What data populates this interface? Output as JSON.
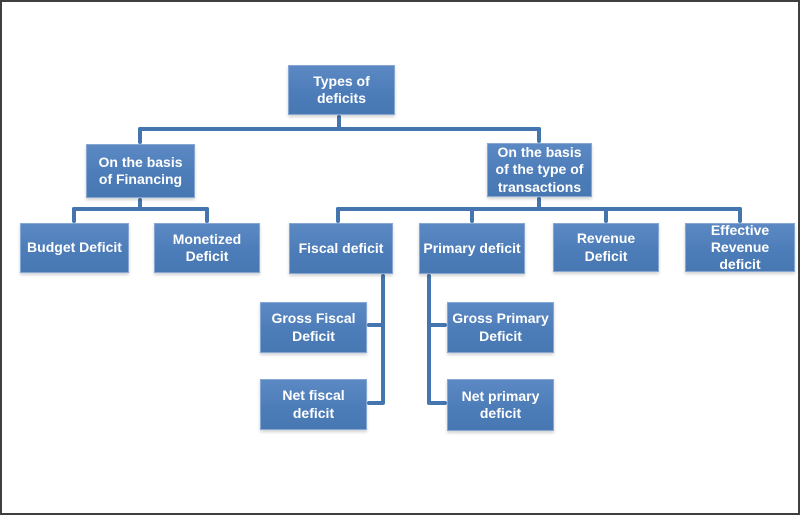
{
  "diagram": {
    "type": "flowchart-hierarchy",
    "title": "Types of deficits",
    "nodes": {
      "root": {
        "label": "Types of deficits"
      },
      "financing": {
        "label": "On the basis of Financing"
      },
      "transactions": {
        "label": "On the basis of the type of transactions"
      },
      "budget": {
        "label": "Budget Deficit"
      },
      "monetized": {
        "label": "Monetized Deficit"
      },
      "fiscal": {
        "label": "Fiscal deficit"
      },
      "primary": {
        "label": "Primary deficit"
      },
      "revenue": {
        "label": "Revenue Deficit"
      },
      "effective": {
        "label": "Effective Revenue deficit"
      },
      "gross_fiscal": {
        "label": "Gross Fiscal Deficit"
      },
      "net_fiscal": {
        "label": "Net fiscal deficit"
      },
      "gross_primary": {
        "label": "Gross Primary Deficit"
      },
      "net_primary": {
        "label": "Net primary deficit"
      }
    },
    "edges": [
      [
        "root",
        "financing"
      ],
      [
        "root",
        "transactions"
      ],
      [
        "financing",
        "budget"
      ],
      [
        "financing",
        "monetized"
      ],
      [
        "transactions",
        "fiscal"
      ],
      [
        "transactions",
        "primary"
      ],
      [
        "transactions",
        "revenue"
      ],
      [
        "transactions",
        "effective"
      ],
      [
        "fiscal",
        "gross_fiscal"
      ],
      [
        "fiscal",
        "net_fiscal"
      ],
      [
        "primary",
        "gross_primary"
      ],
      [
        "primary",
        "net_primary"
      ]
    ],
    "colors": {
      "node_fill": "#4f81bd",
      "node_border": "#86a7d3",
      "connector": "#4575ae",
      "text": "#ffffff",
      "background": "#ffffff",
      "canvas_border": "#3f3f3f"
    }
  }
}
